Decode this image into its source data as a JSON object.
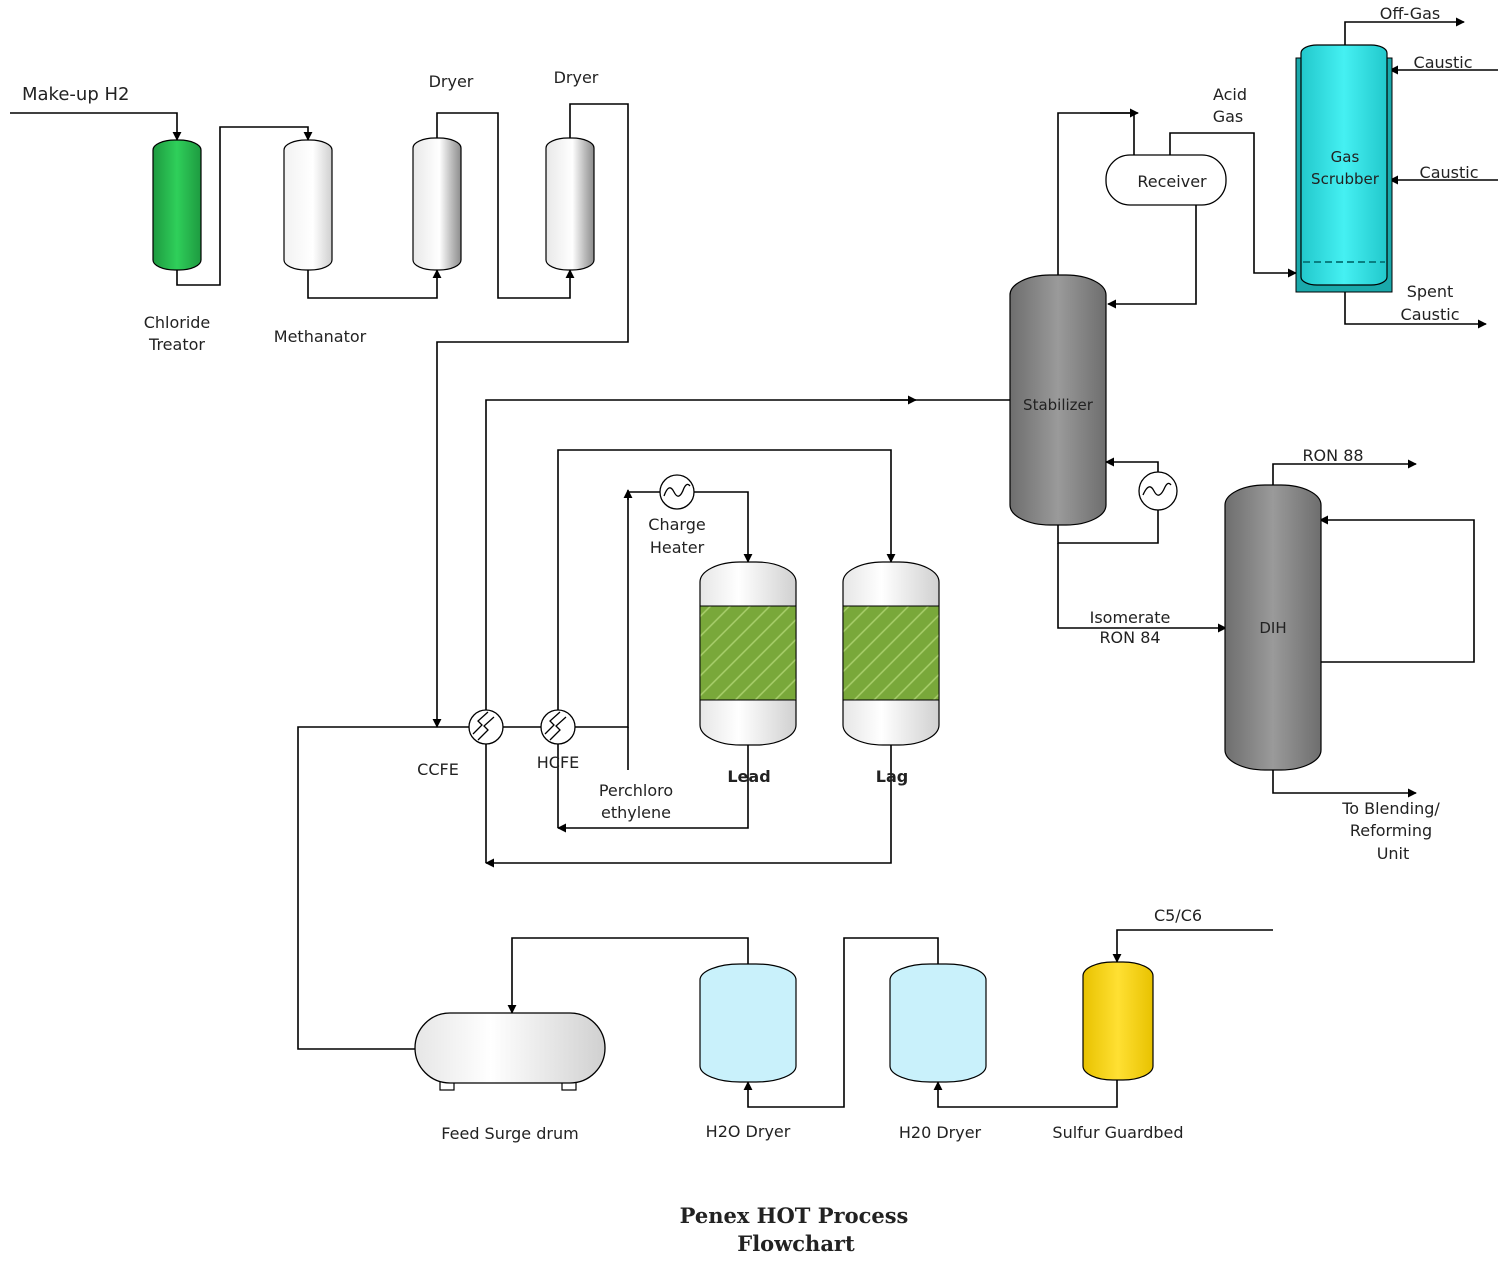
{
  "title": {
    "line1": "Penex HOT Process",
    "line2": "Flowchart"
  },
  "streams": {
    "makeup_h2": "Make-up H2",
    "off_gas": "Off-Gas",
    "caustic_top": "Caustic",
    "caustic_mid": "Caustic",
    "acid_gas_1": "Acid",
    "acid_gas_2": "Gas",
    "spent_caustic_1": "Spent",
    "spent_caustic_2": "Caustic",
    "ron88": "RON 88",
    "isomerate_1": "Isomerate",
    "isomerate_2": "RON 84",
    "to_blending_1": "To Blending/",
    "to_blending_2": "Reforming",
    "to_blending_3": "Unit",
    "c5c6": "C5/C6",
    "perchloro_1": "Perchloro",
    "perchloro_2": "ethylene"
  },
  "equipment": {
    "chloride_treator_1": "Chloride",
    "chloride_treator_2": "Treator",
    "methanator": "Methanator",
    "dryer_1": "Dryer",
    "dryer_2": "Dryer",
    "receiver": "Receiver",
    "gas_scrubber_1": "Gas",
    "gas_scrubber_2": "Scrubber",
    "stabilizer": "Stabilizer",
    "dih": "DIH",
    "charge_heater_1": "Charge",
    "charge_heater_2": "Heater",
    "lead": "Lead",
    "lag": "Lag",
    "ccfe": "CCFE",
    "hcfe": "HCFE",
    "feed_surge_drum": "Feed Surge drum",
    "h2o_dryer_1": "H2O Dryer",
    "h2o_dryer_2": "H20 Dryer",
    "sulfur_guardbed": "Sulfur Guardbed"
  },
  "colors": {
    "chloride_treator": "#22b24c",
    "gas_scrubber": "#33e0e3",
    "column_grey": "#8a8a8a",
    "reactor_bed": "#77a33a",
    "h2o_dryer": "#c9f1fb",
    "sulfur_guardbed": "#f7d200"
  }
}
